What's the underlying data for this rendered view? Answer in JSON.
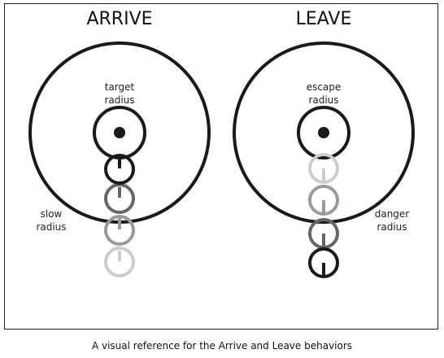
{
  "panels": {
    "arrive": {
      "title": "ARRIVE",
      "inner_label": [
        "target",
        "radius"
      ],
      "outer_label": [
        "slow",
        "radius"
      ]
    },
    "leave": {
      "title": "LEAVE",
      "inner_label": [
        "escape",
        "radius"
      ],
      "outer_label": [
        "danger",
        "radius"
      ]
    }
  },
  "caption": "A visual reference for the Arrive and Leave behaviors",
  "colors": {
    "stroke_dark": "#1a1a1a",
    "stroke_mid": "#666666",
    "stroke_light": "#9a9a9a",
    "stroke_faint": "#cccccc"
  }
}
